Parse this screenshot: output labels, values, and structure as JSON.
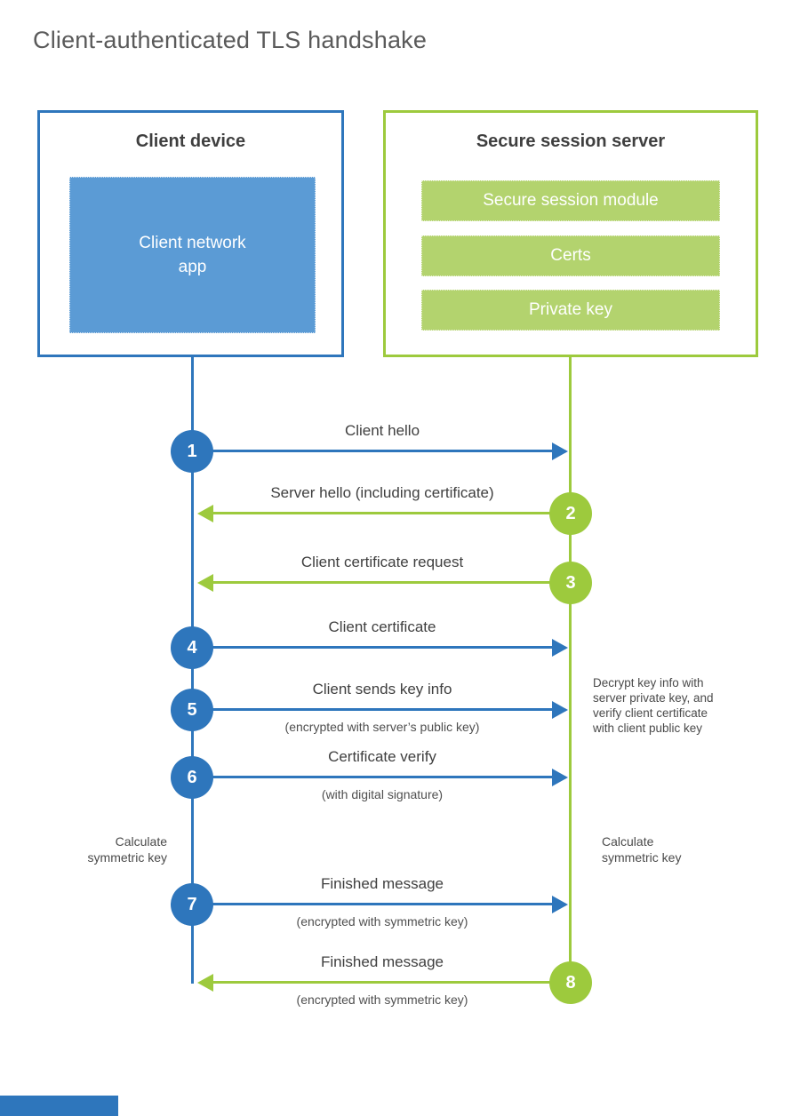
{
  "title": "Client-authenticated TLS handshake",
  "colors": {
    "blue": "#2E76BC",
    "blue_light": "#5B9BD5",
    "green": "#9DCA3D",
    "green_light": "#B3D36E",
    "text_dark": "#3F3F3F",
    "text_mid": "#4F4F4F",
    "text_note": "#4A4A4A",
    "title_gray": "#5A5A5A"
  },
  "client_box": {
    "title": "Client device",
    "module": "Client network\napp"
  },
  "server_box": {
    "title": "Secure session server",
    "modules": [
      "Secure session module",
      "Certs",
      "Private key"
    ]
  },
  "steps": [
    {
      "num": "1",
      "label": "Client hello",
      "sub": "",
      "direction": "client-to-server"
    },
    {
      "num": "2",
      "label": "Server hello (including certificate)",
      "sub": "",
      "direction": "server-to-client"
    },
    {
      "num": "3",
      "label": "Client certificate request",
      "sub": "",
      "direction": "server-to-client"
    },
    {
      "num": "4",
      "label": "Client certificate",
      "sub": "",
      "direction": "client-to-server"
    },
    {
      "num": "5",
      "label": "Client sends key info",
      "sub": "(encrypted with server’s public key)",
      "direction": "client-to-server"
    },
    {
      "num": "6",
      "label": "Certificate verify",
      "sub": "(with digital signature)",
      "direction": "client-to-server"
    },
    {
      "num": "7",
      "label": "Finished message",
      "sub": "(encrypted with symmetric key)",
      "direction": "client-to-server"
    },
    {
      "num": "8",
      "label": "Finished message",
      "sub": "(encrypted with symmetric key)",
      "direction": "server-to-client"
    }
  ],
  "notes": {
    "decrypt_note": "Decrypt key info with\nserver private key, and\nverify client certificate\nwith client public key",
    "calc_left": "Calculate\nsymmetric key",
    "calc_right": "Calculate\nsymmetric key"
  }
}
